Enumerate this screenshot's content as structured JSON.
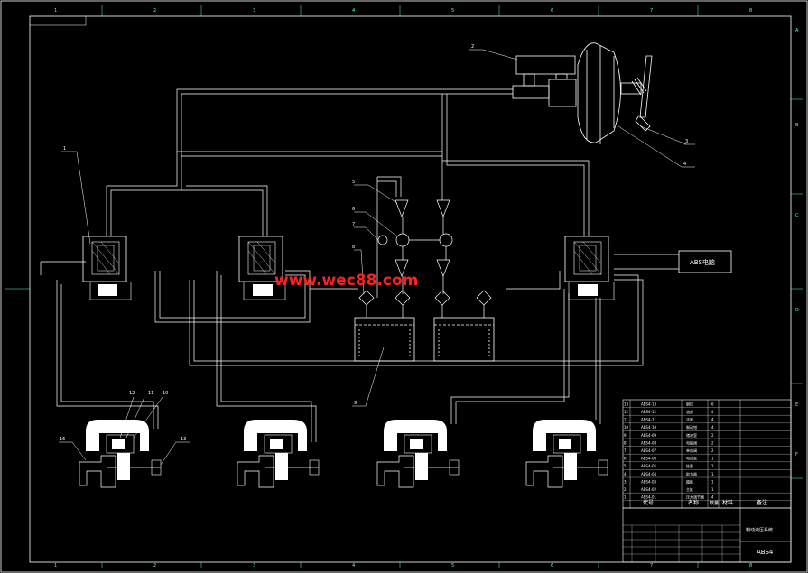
{
  "watermark": "www.wec88.com",
  "abs_box_label": "ABS电脑",
  "title_block": {
    "name": "制动液压系统",
    "drawing_no": "ABS4",
    "header": {
      "code": "代号",
      "name": "名称",
      "qty": "数量",
      "material": "材料",
      "note": "备注"
    }
  },
  "parts_list": [
    {
      "no": "13",
      "code": "ABS4-13",
      "name": "钢球",
      "qty": "6"
    },
    {
      "no": "12",
      "code": "ABS4-12",
      "name": "油封",
      "qty": "4"
    },
    {
      "no": "11",
      "code": "ABS4-11",
      "name": "活塞",
      "qty": "4"
    },
    {
      "no": "10",
      "code": "ABS4-10",
      "name": "制动钳",
      "qty": "4"
    },
    {
      "no": "9",
      "code": "ABS4-09",
      "name": "储液室",
      "qty": "2"
    },
    {
      "no": "8",
      "code": "ABS4-08",
      "name": "电磁阀",
      "qty": "2"
    },
    {
      "no": "7",
      "code": "ABS4-07",
      "name": "单向阀",
      "qty": "2"
    },
    {
      "no": "6",
      "code": "ABS4-06",
      "name": "电动泵",
      "qty": "1"
    },
    {
      "no": "5",
      "code": "ABS4-05",
      "name": "柱塞",
      "qty": "2"
    },
    {
      "no": "4",
      "code": "ABS4-04",
      "name": "助力器",
      "qty": "1"
    },
    {
      "no": "3",
      "code": "ABS4-03",
      "name": "踏板",
      "qty": "1"
    },
    {
      "no": "2",
      "code": "ABS4-02",
      "name": "主缸",
      "qty": "1"
    },
    {
      "no": "1",
      "code": "ABS4-01",
      "name": "压力调节器",
      "qty": "4"
    }
  ],
  "callouts": [
    "1",
    "2",
    "3",
    "4",
    "5",
    "6",
    "7",
    "8",
    "9",
    "12",
    "11",
    "10",
    "16",
    "13"
  ],
  "border_top": [
    "1",
    "2",
    "3",
    "4",
    "5",
    "6",
    "7",
    "8"
  ],
  "border_side": [
    "A",
    "B",
    "C",
    "D",
    "E",
    "F"
  ]
}
